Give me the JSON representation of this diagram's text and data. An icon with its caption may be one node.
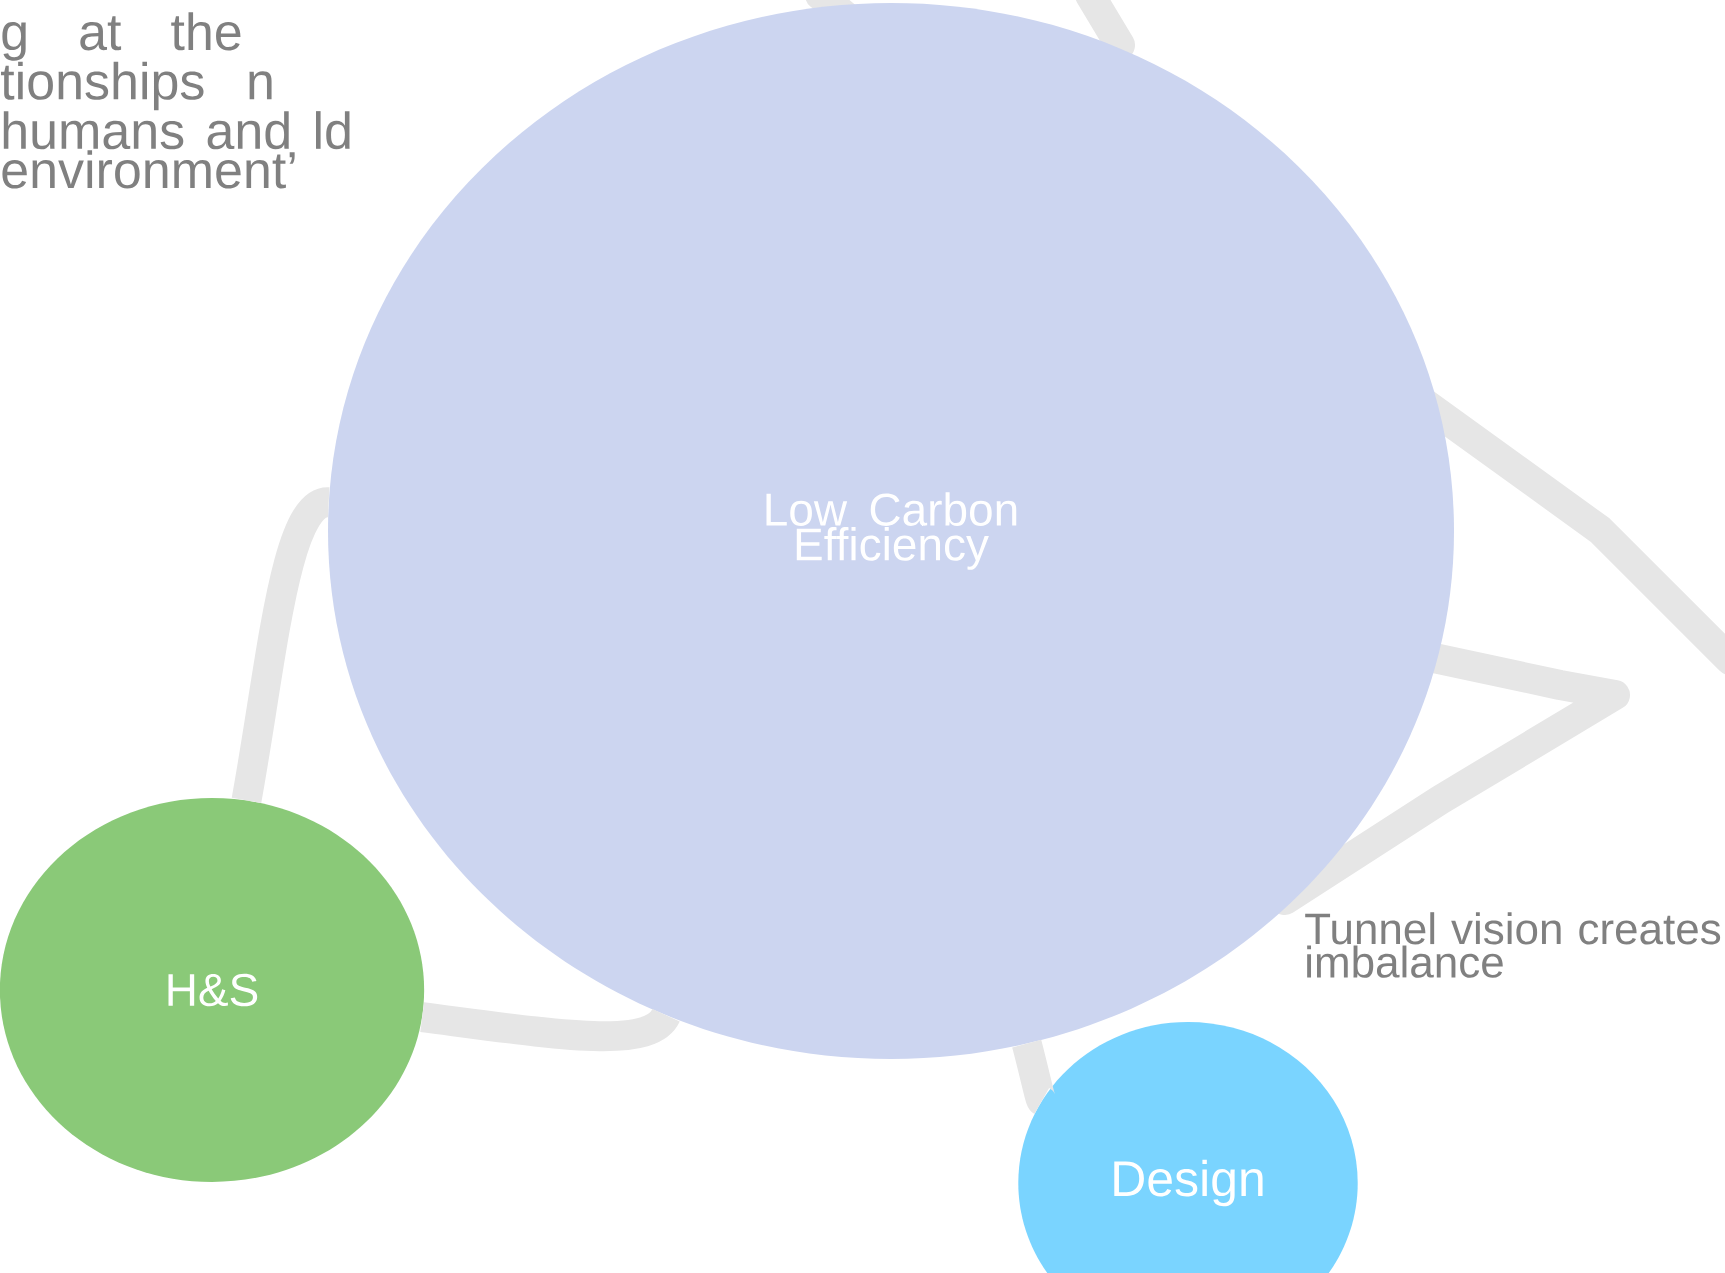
{
  "diagram": {
    "nodes": [
      {
        "text": [
          "Low Carbon Efficiency"
        ]
      },
      {
        "text": [
          "H&S"
        ]
      },
      {
        "text": [
          "Design"
        ]
      }
    ],
    "edges": [
      {
        "from": 1,
        "to": 0,
        "arrow": "none"
      },
      {
        "from": 1,
        "to": 0,
        "arrow": "none"
      },
      {
        "from": 0,
        "to": 2,
        "arrow": "none"
      }
    ],
    "labels": [
      "g at the tionships n humans and ld environment’",
      "Tunnel vision creates imbalance"
    ]
  }
}
